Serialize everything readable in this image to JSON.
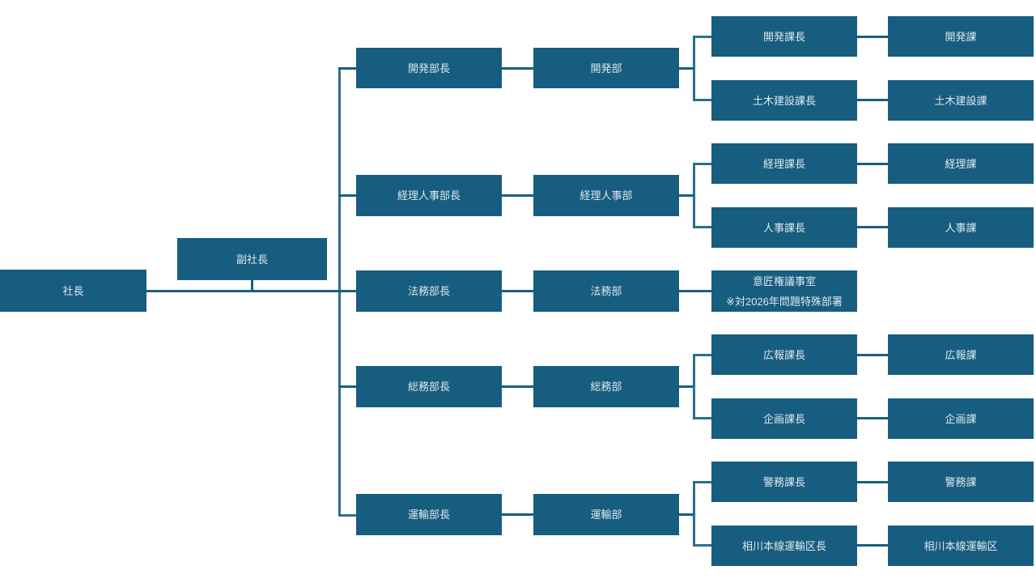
{
  "diagram": {
    "type": "organization-chart",
    "title": "",
    "colors": {
      "node_fill": "#175d80",
      "node_text": "#dfe7ec",
      "connector": "#18607f",
      "background": "#ffffff"
    },
    "top": {
      "president": "社長",
      "vice_president": "副社長"
    },
    "branches": [
      {
        "manager": "開発部長",
        "department": "開発部",
        "sections": [
          {
            "chief": "開発課長",
            "section": "開発課"
          },
          {
            "chief": "土木建設課長",
            "section": "土木建設課"
          }
        ]
      },
      {
        "manager": "経理人事部長",
        "department": "経理人事部",
        "sections": [
          {
            "chief": "経理課長",
            "section": "経理課"
          },
          {
            "chief": "人事課長",
            "section": "人事課"
          }
        ]
      },
      {
        "manager": "法務部長",
        "department": "法務部",
        "sections": [
          {
            "chief": "意匠権議事室\n※対2026年問題特殊部署",
            "section": ""
          }
        ]
      },
      {
        "manager": "総務部長",
        "department": "総務部",
        "sections": [
          {
            "chief": "広報課長",
            "section": "広報課"
          },
          {
            "chief": "企画課長",
            "section": "企画課"
          }
        ]
      },
      {
        "manager": "運輸部長",
        "department": "運輸部",
        "sections": [
          {
            "chief": "警務課長",
            "section": "警務課"
          },
          {
            "chief": "相川本線運輸区長",
            "section": "相川本線運輸区"
          }
        ]
      }
    ]
  }
}
